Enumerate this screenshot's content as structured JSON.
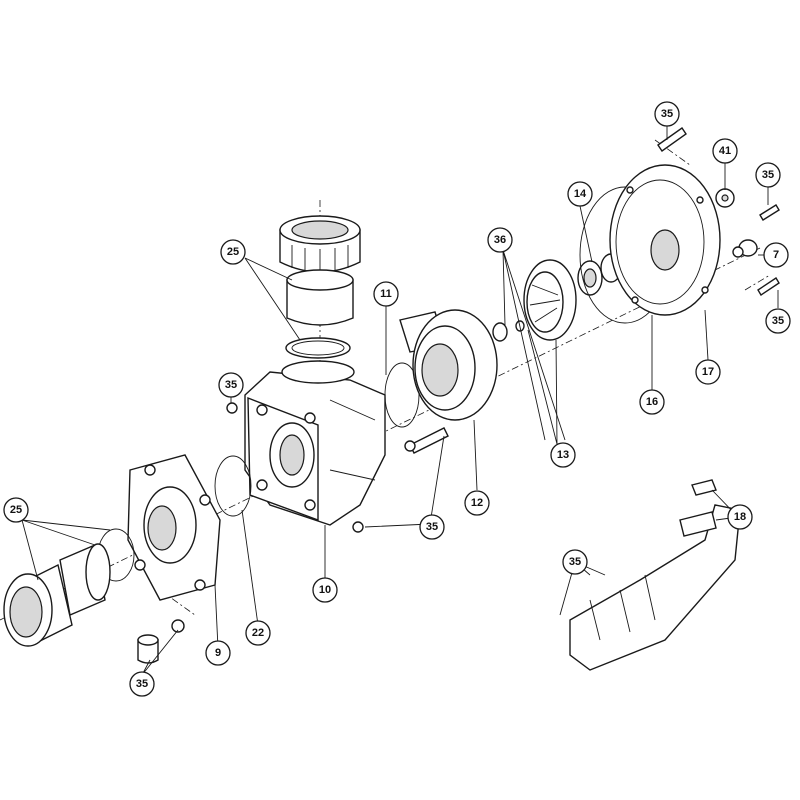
{
  "callouts": [
    {
      "id": "c25a",
      "label": "25"
    },
    {
      "id": "c11",
      "label": "11"
    },
    {
      "id": "c36",
      "label": "36"
    },
    {
      "id": "c14",
      "label": "14"
    },
    {
      "id": "c35a",
      "label": "35"
    },
    {
      "id": "c41",
      "label": "41"
    },
    {
      "id": "c35b",
      "label": "35"
    },
    {
      "id": "c7",
      "label": "7"
    },
    {
      "id": "c35c",
      "label": "35"
    },
    {
      "id": "c17",
      "label": "17"
    },
    {
      "id": "c16",
      "label": "16"
    },
    {
      "id": "c13",
      "label": "13"
    },
    {
      "id": "c12",
      "label": "12"
    },
    {
      "id": "c35d",
      "label": "35"
    },
    {
      "id": "c35e",
      "label": "35"
    },
    {
      "id": "c10",
      "label": "10"
    },
    {
      "id": "c25b",
      "label": "25"
    },
    {
      "id": "c22",
      "label": "22"
    },
    {
      "id": "c9",
      "label": "9"
    },
    {
      "id": "c35f",
      "label": "35"
    },
    {
      "id": "c18",
      "label": "18"
    },
    {
      "id": "c35g",
      "label": "35"
    }
  ]
}
